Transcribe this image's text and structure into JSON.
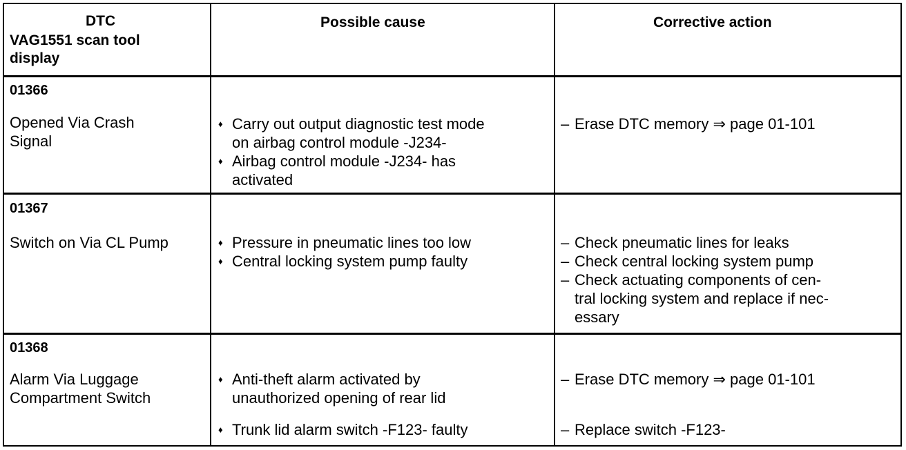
{
  "headers": {
    "dtc_line1": "DTC",
    "dtc_line2": "VAG1551 scan tool",
    "dtc_line3": "display",
    "cause": "Possible cause",
    "action": "Corrective action"
  },
  "rows": [
    {
      "code": "01366",
      "display_lines": [
        "Opened Via Crash",
        "Signal"
      ],
      "causes": [
        [
          "Carry out output diagnostic test mode",
          "on airbag control module -J234-"
        ],
        [
          "Airbag control module -J234- has",
          "activated"
        ]
      ],
      "actions": [
        [
          "Erase DTC memory ⇒ page 01-101"
        ]
      ]
    },
    {
      "code": "01367",
      "display_lines": [
        "Switch on Via CL Pump"
      ],
      "causes": [
        [
          "Pressure in pneumatic lines too low"
        ],
        [
          "Central locking system pump faulty"
        ]
      ],
      "actions": [
        [
          "Check pneumatic lines for leaks"
        ],
        [
          "Check central locking system pump"
        ],
        [
          "Check actuating components of cen-",
          "tral locking system and replace if nec-",
          "essary"
        ]
      ]
    },
    {
      "code": "01368",
      "display_lines": [
        "Alarm Via Luggage",
        "Compartment Switch"
      ],
      "causes": [
        [
          "Anti-theft alarm activated by",
          "unauthorized opening of rear lid"
        ],
        [
          "Trunk lid alarm switch -F123- faulty"
        ]
      ],
      "actions": [
        [
          "Erase DTC memory ⇒ page 01-101"
        ],
        [
          "Replace switch -F123-"
        ]
      ]
    }
  ],
  "glyphs": {
    "bullet": "♦",
    "dash": "–"
  }
}
